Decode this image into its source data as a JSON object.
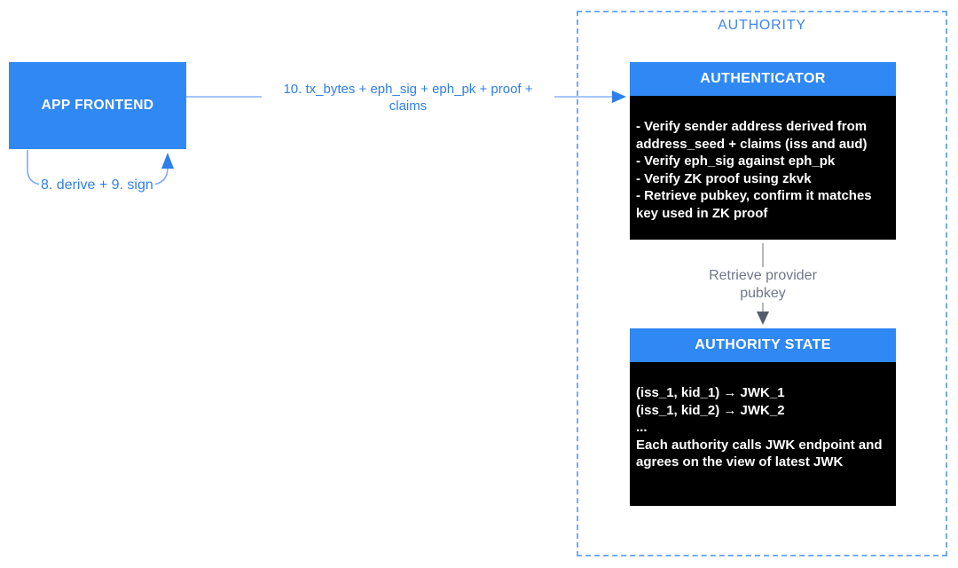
{
  "app_frontend": {
    "label": "APP FRONTEND"
  },
  "flow_arrow": {
    "label_line1": "10. tx_bytes + eph_sig + eph_pk + proof +",
    "label_line2": "claims"
  },
  "derive_sign": {
    "label": "8. derive + 9. sign"
  },
  "authority": {
    "title": "AUTHORITY",
    "authenticator": {
      "title": "AUTHENTICATOR",
      "body": "- Verify sender address derived from\naddress_seed + claims (iss and aud)\n- Verify eph_sig against eph_pk\n- Verify ZK proof using zkvk\n- Retrieve pubkey, confirm it matches\nkey used in ZK proof"
    },
    "retrieve_arrow": {
      "label_line1": "Retrieve provider",
      "label_line2": "pubkey"
    },
    "authority_state": {
      "title": "AUTHORITY STATE",
      "body": "(iss_1, kid_1) → JWK_1\n(iss_1, kid_2) → JWK_2\n...\nEach authority calls JWK endpoint and\nagrees on the view of latest JWK"
    }
  },
  "colors": {
    "primary_blue": "#2F88F4",
    "label_blue": "#2E7FEA",
    "arrow_light_blue": "#7FACF5",
    "dashed_border_blue": "#74AAF5",
    "panel_black": "#000000",
    "grey_text": "#6E7889",
    "grey_arrow_line": "#9AA0A8",
    "grey_arrowhead": "#555D6A"
  }
}
